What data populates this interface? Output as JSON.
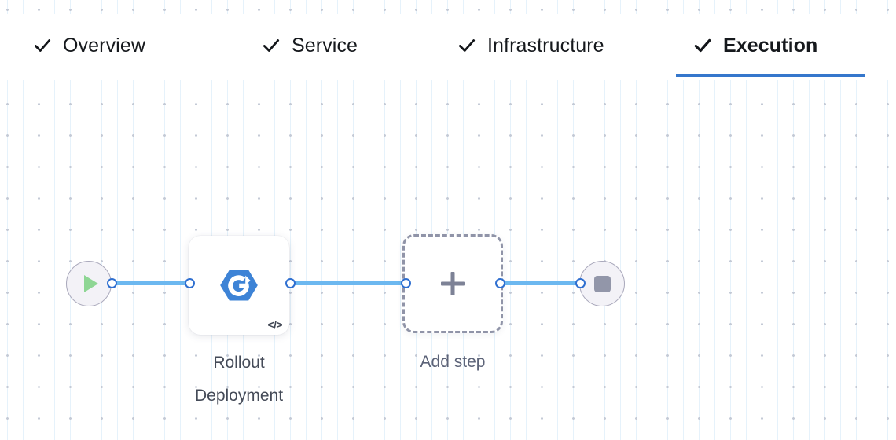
{
  "tabs": [
    {
      "label": "Overview",
      "icon": "check-icon",
      "complete": true,
      "active": false
    },
    {
      "label": "Service",
      "icon": "check-icon",
      "complete": true,
      "active": false
    },
    {
      "label": "Infrastructure",
      "icon": "check-icon",
      "complete": true,
      "active": false
    },
    {
      "label": "Execution",
      "icon": "check-icon",
      "complete": true,
      "active": true
    }
  ],
  "colors": {
    "accent": "#3577cc",
    "edge": "#6cb8f0",
    "port_ring": "#2f6fd0",
    "node_icon": "#3d83d6",
    "start_play": "#8ed694",
    "stop_square": "#9296a9",
    "label_text": "#454b58",
    "add_text": "#5c6378",
    "dashed_border": "#9094a8"
  },
  "pipeline": {
    "start_node": {
      "icon": "play-icon",
      "title": ""
    },
    "end_node": {
      "icon": "stop-icon",
      "title": ""
    },
    "step": {
      "label": "Rollout\nDeployment",
      "icon": "rollout-deployment-icon",
      "badge": "</>"
    },
    "add_step": {
      "label": "Add step",
      "icon": "plus-icon"
    }
  }
}
